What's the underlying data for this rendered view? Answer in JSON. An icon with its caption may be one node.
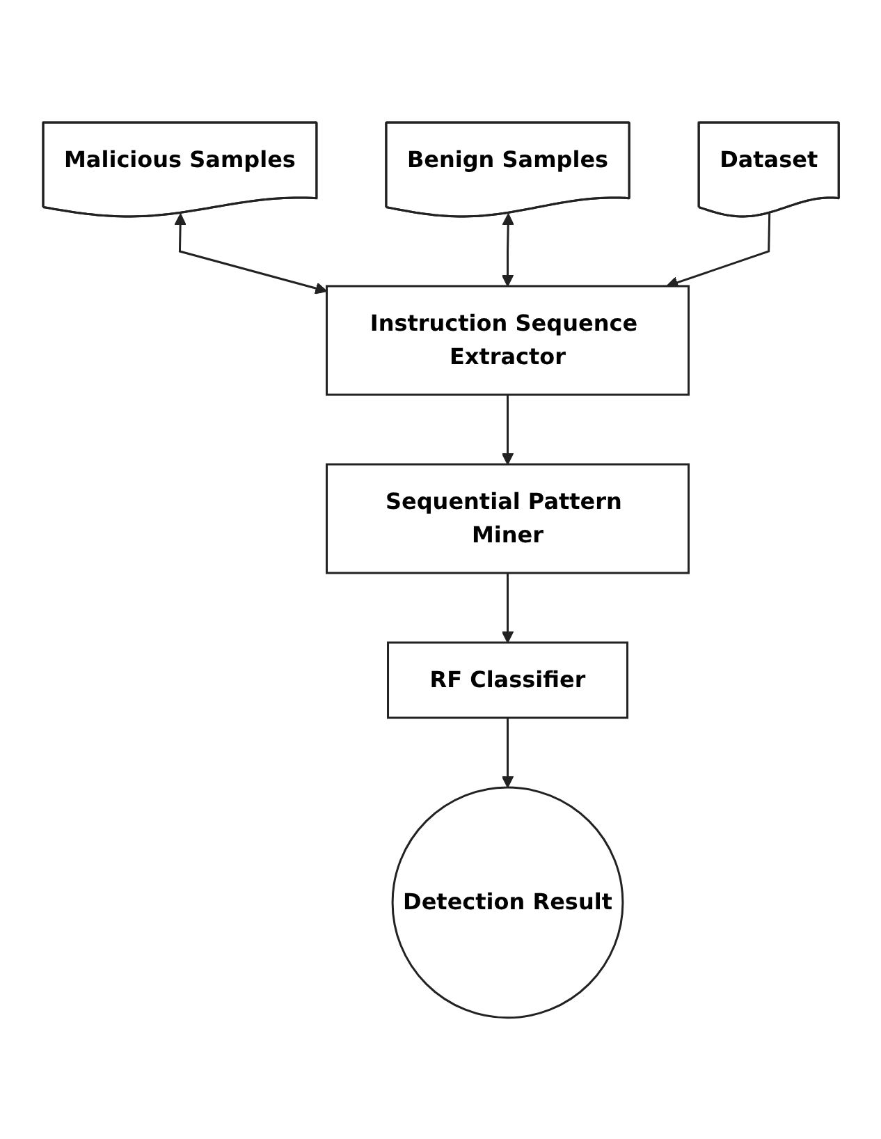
{
  "diagram": {
    "nodes": [
      {
        "text": [
          "Malicious Samples"
        ]
      },
      {
        "text": [
          "Benign  Samples"
        ]
      },
      {
        "text": [
          "Dataset"
        ]
      },
      {
        "text": [
          "Instruction Sequence Extractor"
        ]
      },
      {
        "text": [
          "Sequential Pattern Miner"
        ]
      },
      {
        "text": [
          "RF Classifier"
        ]
      },
      {
        "text": [
          "Detection Result"
        ]
      }
    ],
    "edges": [
      {
        "from": 0,
        "to": 3,
        "arrow": "both"
      },
      {
        "from": 1,
        "to": 3,
        "arrow": "both"
      },
      {
        "from": 2,
        "to": 3,
        "arrow": "to"
      },
      {
        "from": 3,
        "to": 4,
        "arrow": "to"
      },
      {
        "from": 4,
        "to": 5,
        "arrow": "to"
      },
      {
        "from": 5,
        "to": 6,
        "arrow": "to"
      }
    ]
  }
}
